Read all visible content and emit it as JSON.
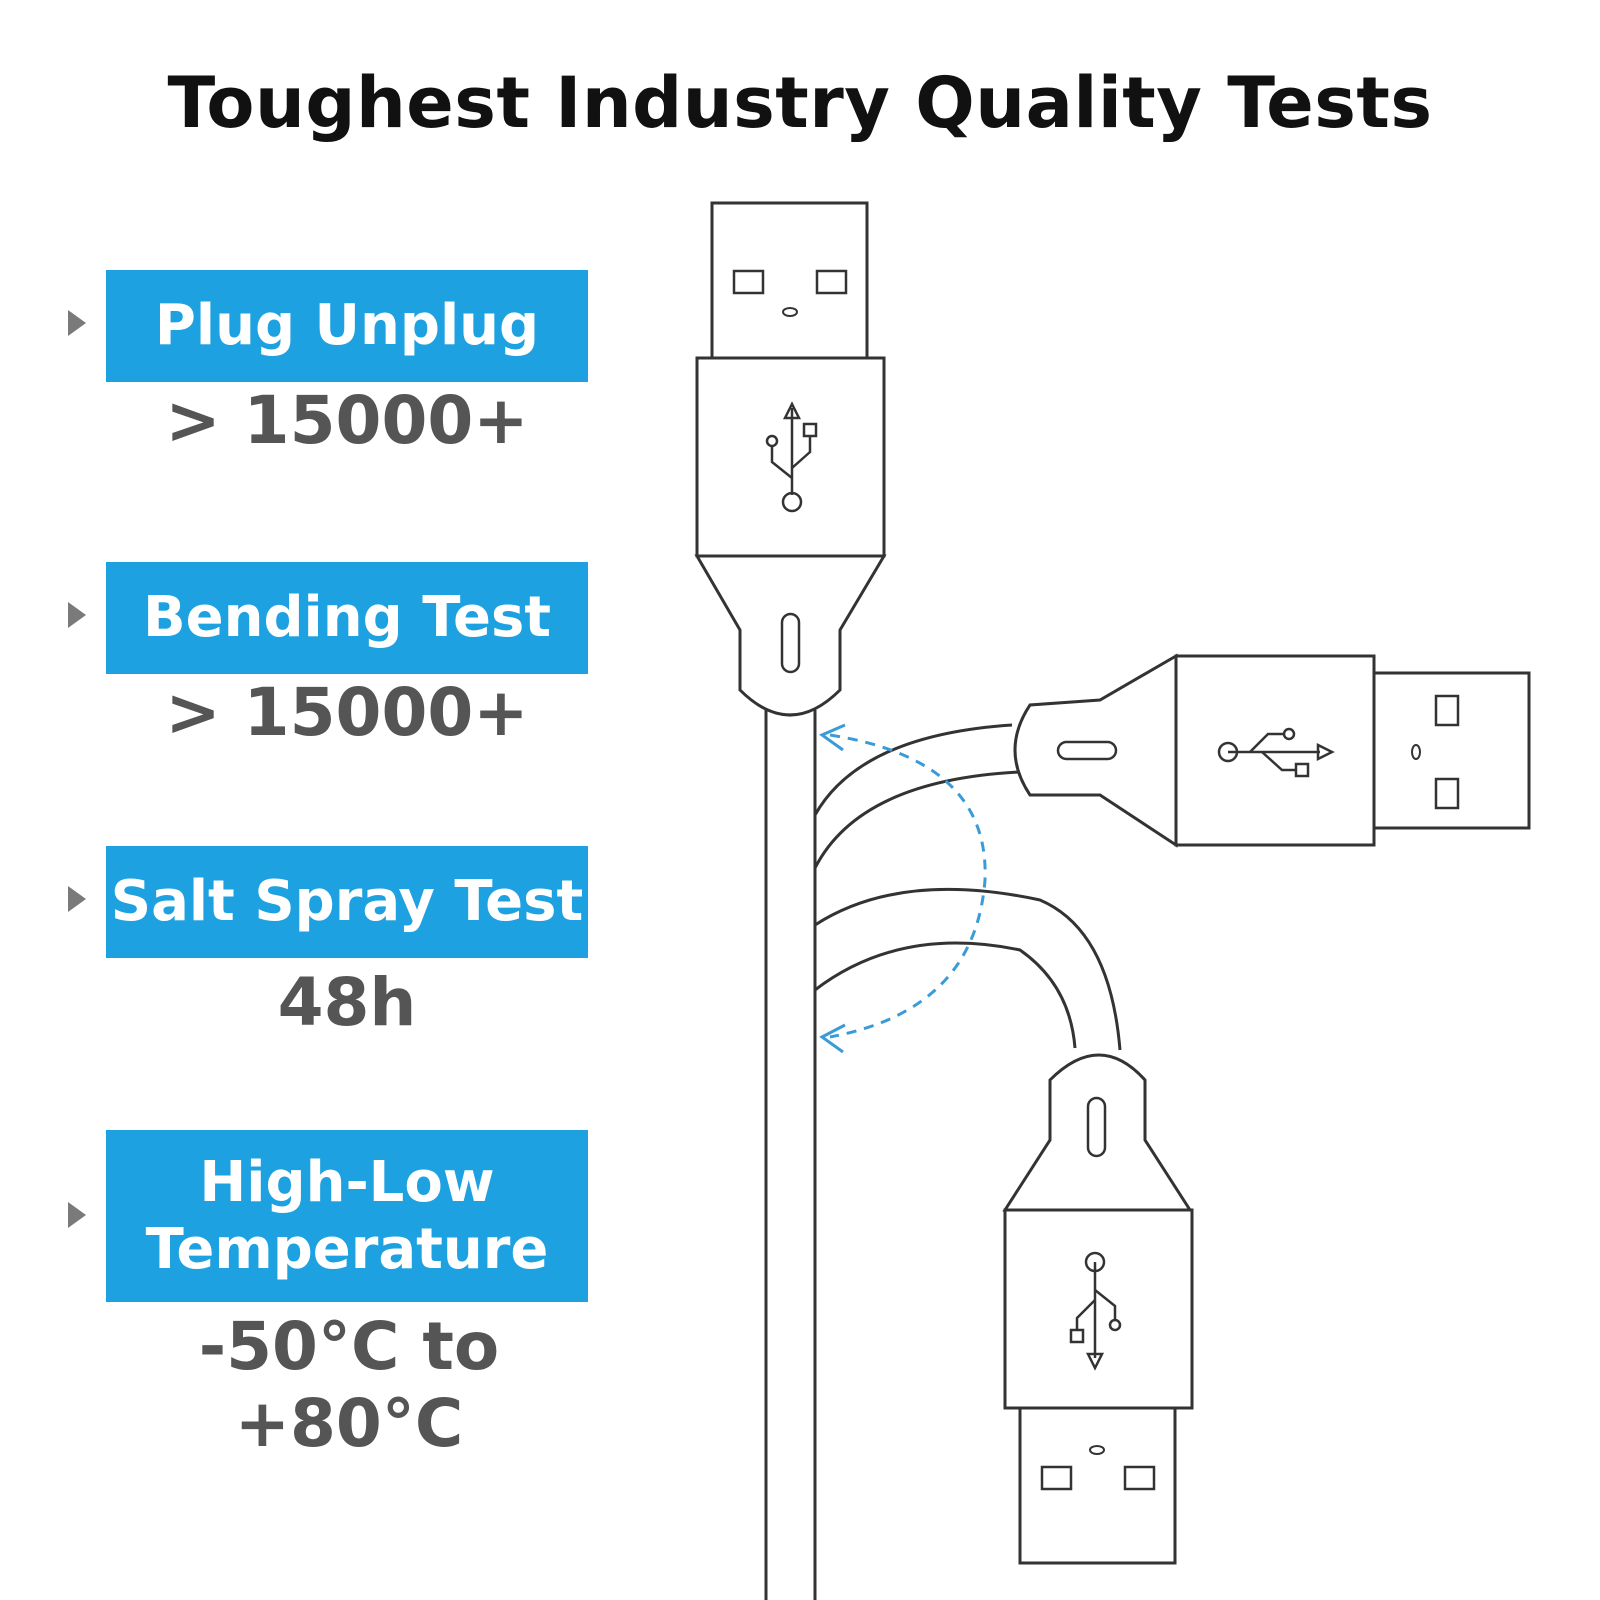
{
  "title": "Toughest Industry Quality Tests",
  "tests": [
    {
      "label": "Plug Unplug",
      "value": "> 15000+"
    },
    {
      "label": "Bending Test",
      "value": "> 15000+"
    },
    {
      "label": "Salt Spray Test",
      "value": "48h"
    },
    {
      "label": "High-Low Temperature",
      "label_lines": [
        "High-Low",
        "Temperature"
      ],
      "value": "-50°C to +80°C"
    }
  ],
  "colors": {
    "badge": "#1ea1e0",
    "value_text": "#555555",
    "dashed_arrow": "#3a9bd9"
  },
  "icons": [
    "usb-symbol-icon",
    "dashed-curved-arrow-icon",
    "triangle-bullet-icon"
  ]
}
